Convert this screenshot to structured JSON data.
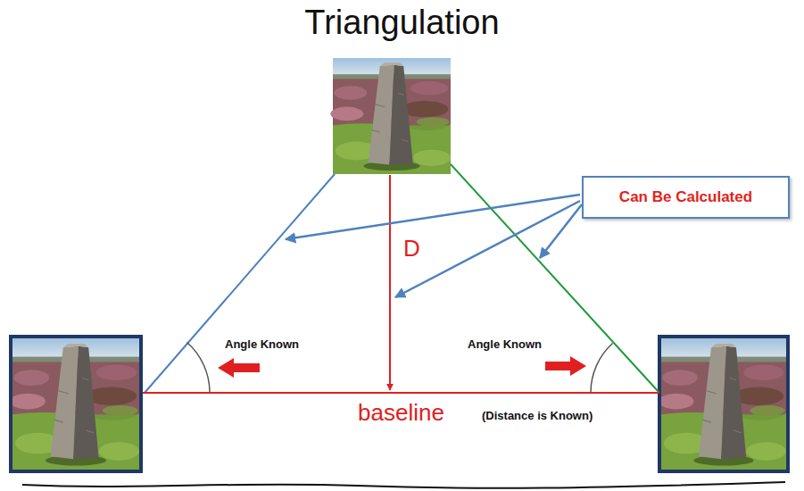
{
  "diagram": {
    "title": "Triangulation",
    "nodes": [
      {
        "text": [
          "Can Be Calculated"
        ]
      }
    ],
    "labels": [
      "D",
      "Angle Known",
      "Angle Known",
      "baseline",
      "(Distance is Known)"
    ]
  }
}
